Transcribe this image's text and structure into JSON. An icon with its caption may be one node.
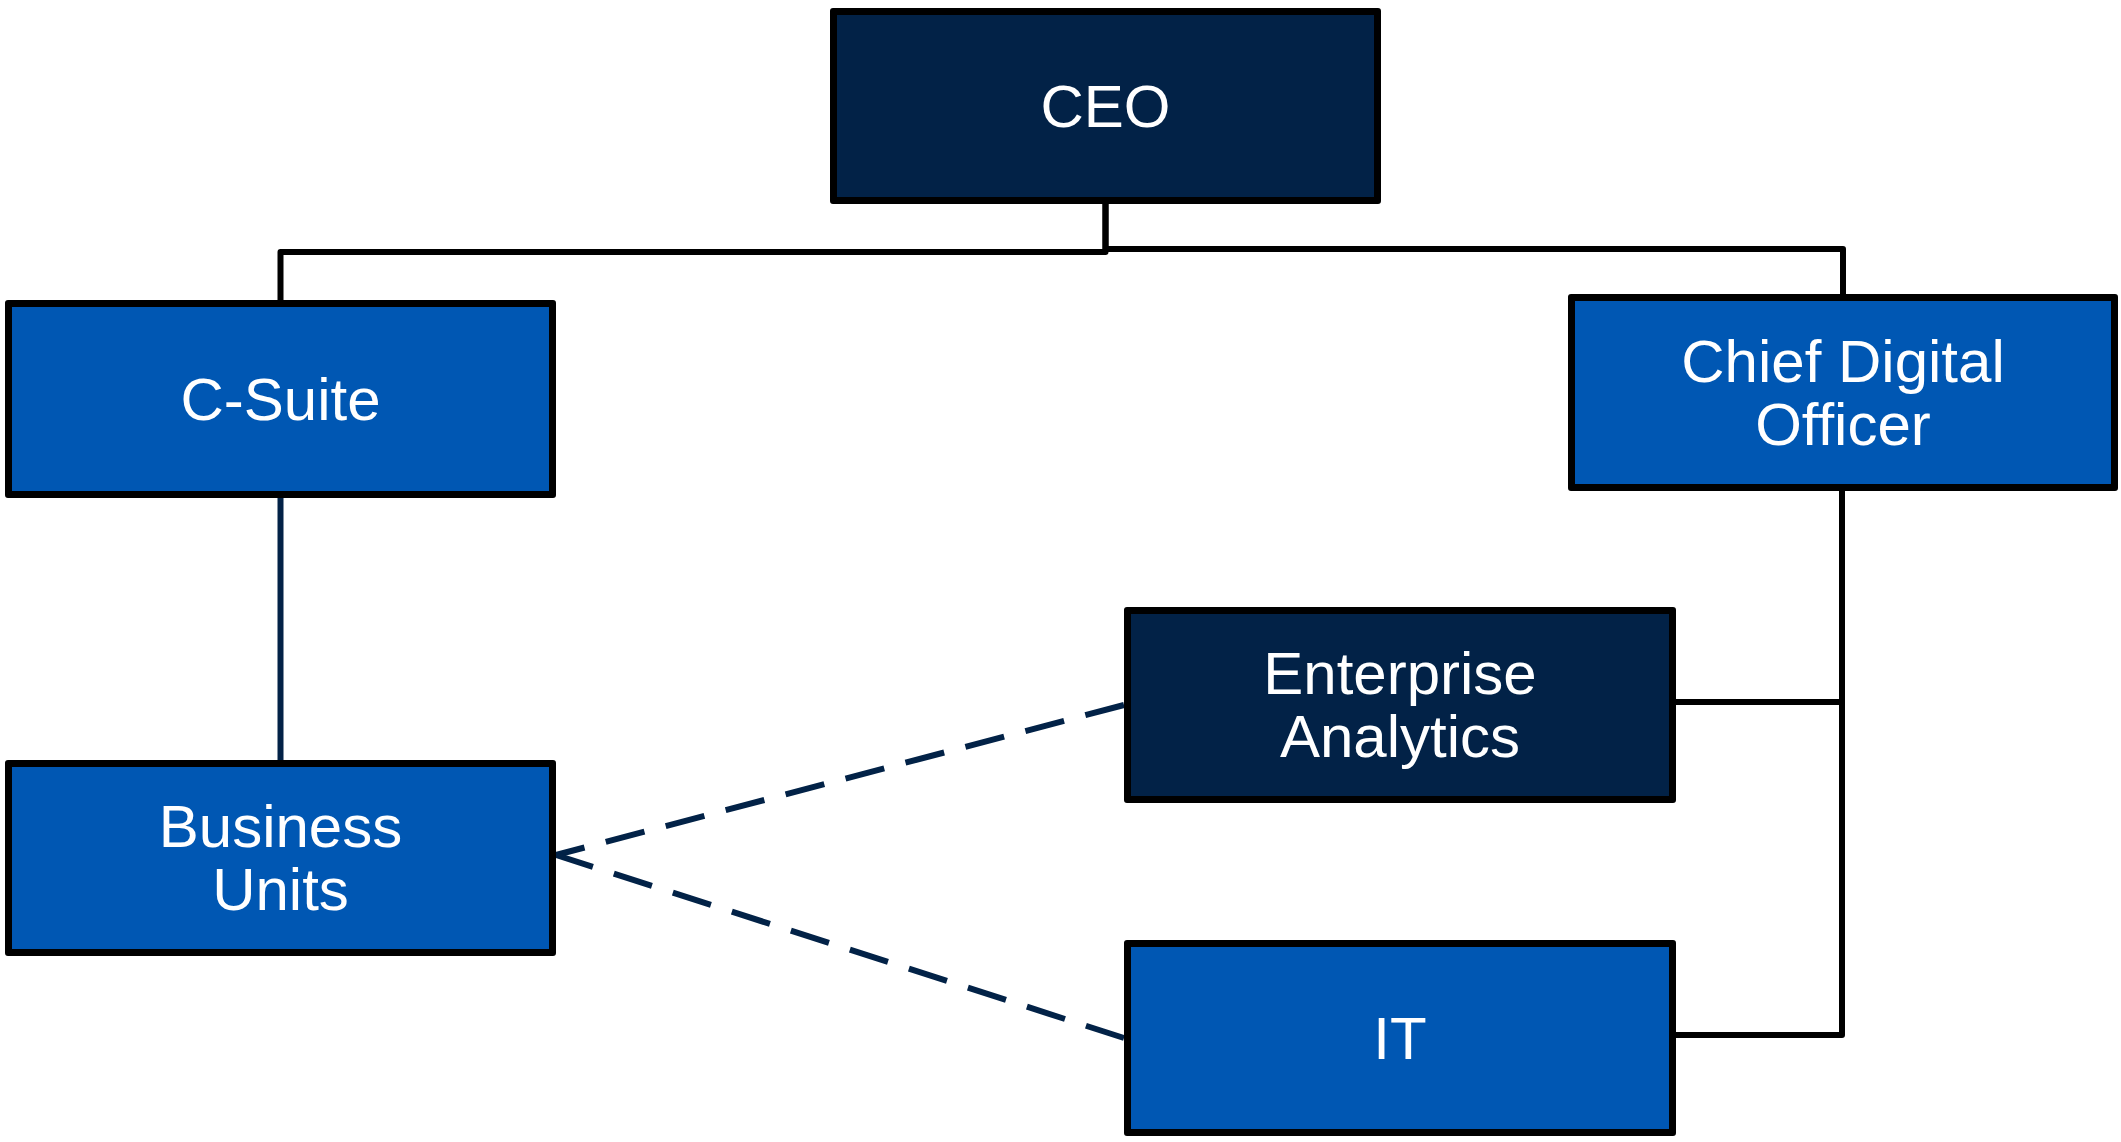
{
  "diagram": {
    "nodes": [
      {
        "text": [
          "CEO"
        ]
      },
      {
        "text": [
          "C-Suite"
        ]
      },
      {
        "text": [
          "Chief Digital Officer"
        ]
      },
      {
        "text": [
          "Enterprise Analytics"
        ]
      },
      {
        "text": [
          "Business Units"
        ]
      },
      {
        "text": [
          "IT"
        ]
      }
    ],
    "edges": [
      {
        "from": 0,
        "to": 1,
        "arrow": "none"
      },
      {
        "from": 0,
        "to": 2,
        "arrow": "none"
      },
      {
        "from": 1,
        "to": 4,
        "arrow": "none",
        "color": "#022247"
      },
      {
        "from": 2,
        "to": 3,
        "arrow": "none"
      },
      {
        "from": 2,
        "to": 5,
        "arrow": "none"
      },
      {
        "from": 3,
        "to": 4,
        "arrow": "none",
        "style": "dashed",
        "color": "#022247"
      },
      {
        "from": 5,
        "to": 4,
        "arrow": "none",
        "style": "dashed",
        "color": "#022247"
      }
    ]
  }
}
